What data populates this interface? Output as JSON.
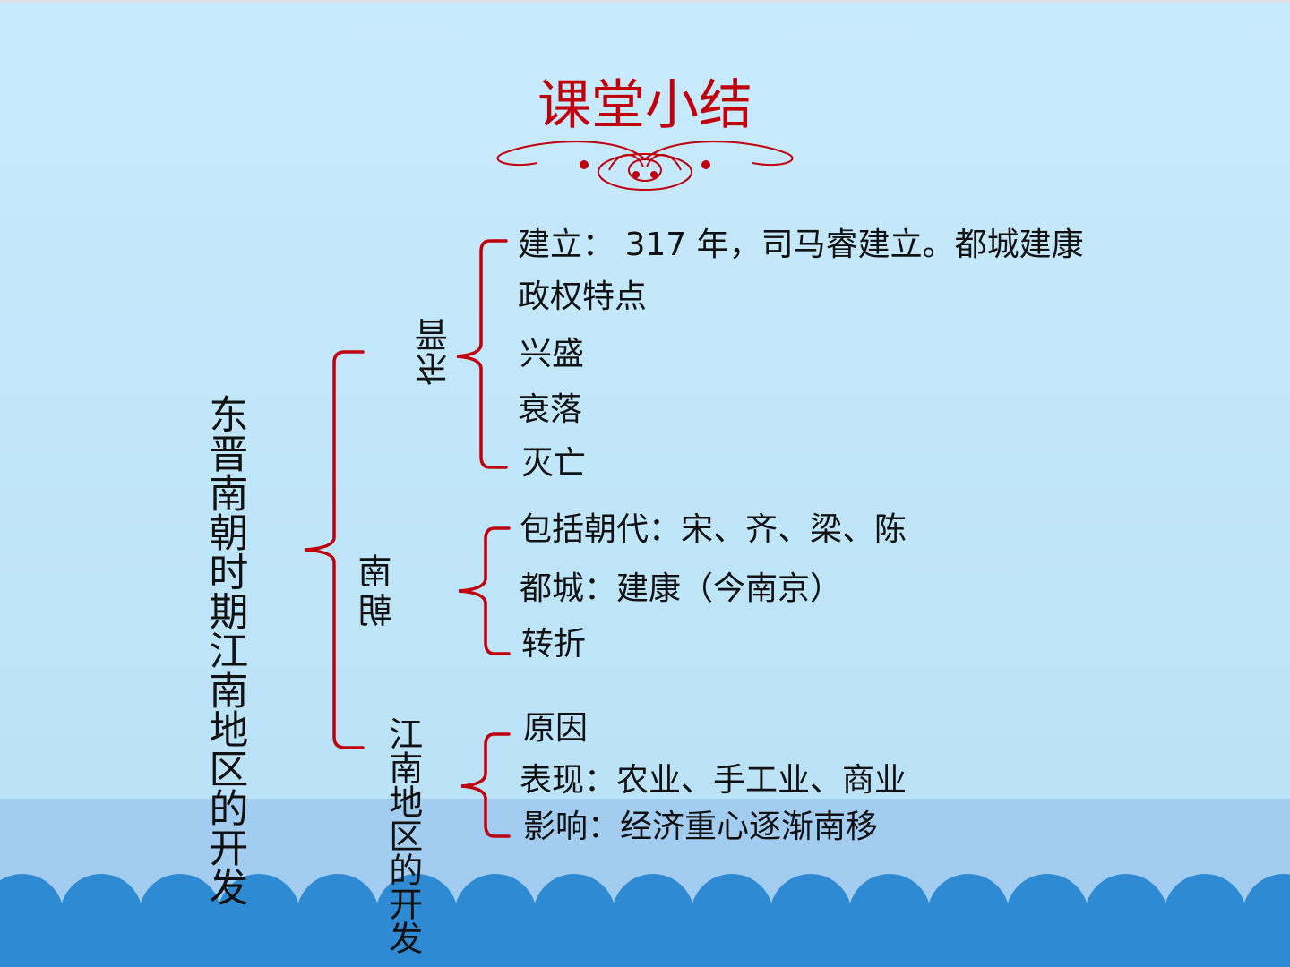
{
  "slide": {
    "title": "课堂小结",
    "colors": {
      "sky": "#c6e9fb",
      "sea": "#a3cdf0",
      "wave": "#2f8ad4",
      "accent": "#c0000c"
    },
    "root": {
      "line1": "东晋南朝时期江",
      "line2": "南地区的开发"
    },
    "branches": {
      "dongjin": {
        "label": "东晋",
        "items": [
          "建立： 317 年，司马睿建立。都城建康",
          "政权特点",
          "兴盛",
          "衰落",
          "灭亡"
        ]
      },
      "nanchao": {
        "label": "南朝",
        "items": [
          "包括朝代：宋、齐、梁、陈",
          "都城：建康（今南京）",
          "转折"
        ]
      },
      "jiangnan": {
        "label_line1": "江南地区",
        "label_line2": "的开发",
        "items": [
          "原因",
          "表现：农业、手工业、商业",
          "影响：经济重心逐渐南移"
        ]
      }
    }
  }
}
